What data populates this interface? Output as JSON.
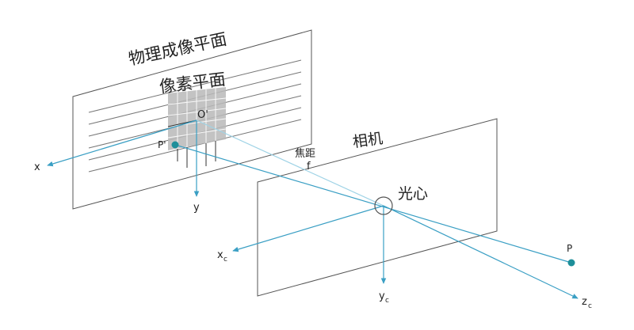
{
  "labels": {
    "physical_plane": "物理成像平面",
    "pixel_plane": "像素平面",
    "camera": "相机",
    "optical_center": "光心",
    "focal_length": "焦距",
    "focal_symbol": "f",
    "origin": "O'",
    "image_point": "P'",
    "world_point": "P",
    "axis_x": "x",
    "axis_y": "y",
    "axis_xc_main": "x",
    "axis_xc_sub": "c",
    "axis_yc_main": "y",
    "axis_yc_sub": "c",
    "axis_zc_main": "z",
    "axis_zc_sub": "c"
  },
  "colors": {
    "ray": "#3a9fc4",
    "point": "#1e8f9a",
    "plane_stroke": "#555555",
    "pixel_fill": "#b9b9b9",
    "pixel_grid": "#ffffff"
  }
}
